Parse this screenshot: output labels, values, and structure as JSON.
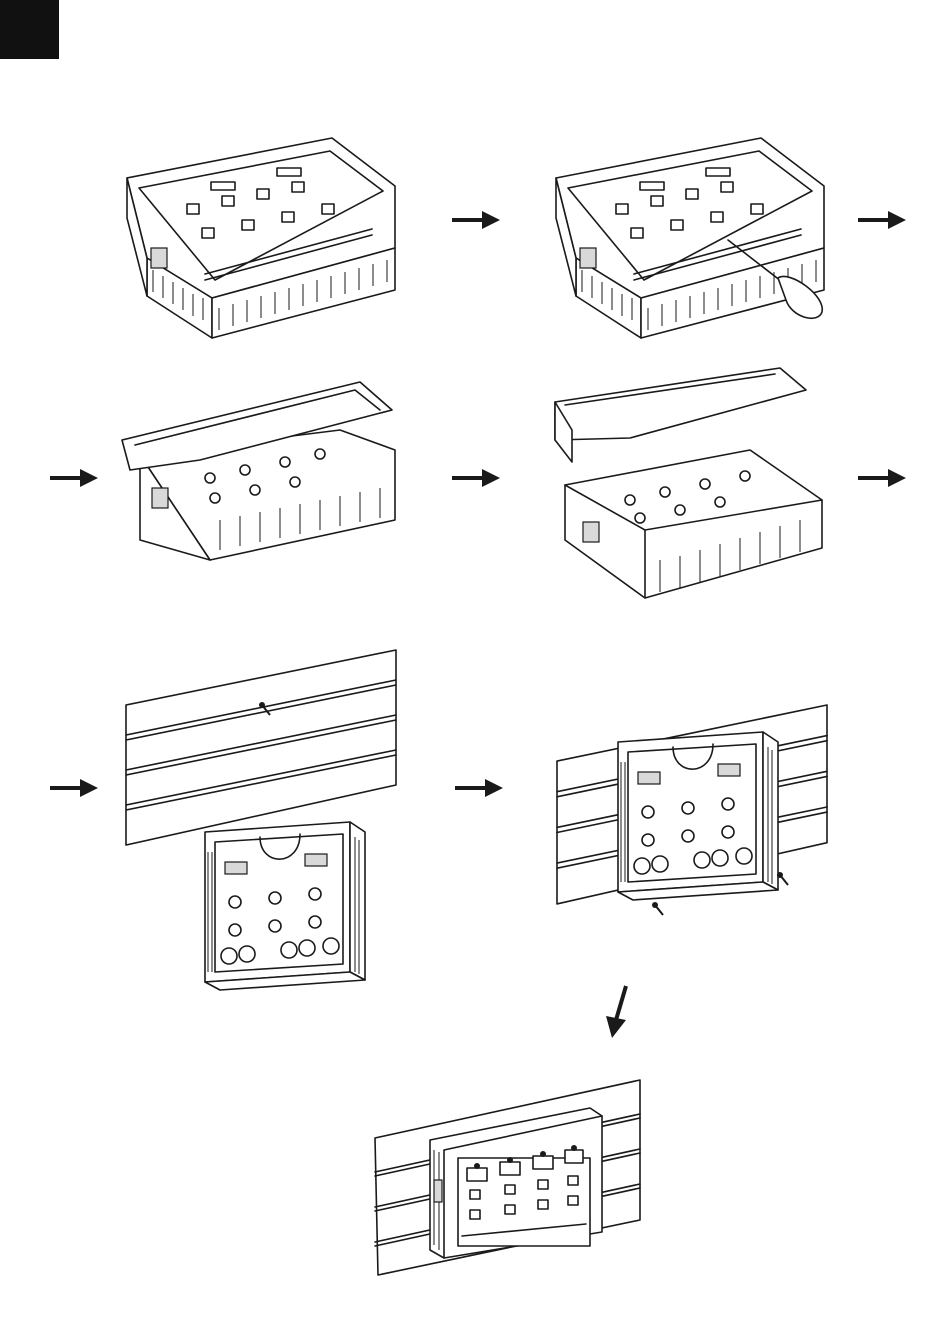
{
  "document": {
    "page_tab_color": "#111111",
    "ink_color": "#1a1a1a",
    "steps": [
      {
        "id": 1,
        "depicts": "closed-controller"
      },
      {
        "id": 2,
        "depicts": "screwdriver-release-latch"
      },
      {
        "id": 3,
        "depicts": "lift-front-cover"
      },
      {
        "id": 4,
        "depicts": "cover-removed"
      },
      {
        "id": 5,
        "depicts": "wall-with-screw-and-base"
      },
      {
        "id": 6,
        "depicts": "base-screwed-to-wall"
      },
      {
        "id": 7,
        "depicts": "controller-mounted-on-wall"
      }
    ],
    "icons": [
      "arrow-right-icon",
      "arrow-down-left-icon",
      "screwdriver-icon",
      "screw-icon"
    ]
  }
}
